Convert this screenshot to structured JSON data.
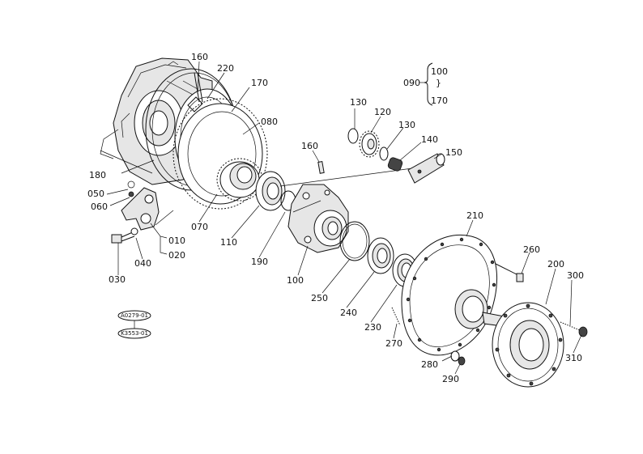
{
  "diagram": {
    "callouts": [
      {
        "id": "160a",
        "label": "160"
      },
      {
        "id": "220",
        "label": "220"
      },
      {
        "id": "170",
        "label": "170"
      },
      {
        "id": "080",
        "label": "080"
      },
      {
        "id": "180",
        "label": "180"
      },
      {
        "id": "050",
        "label": "050"
      },
      {
        "id": "060",
        "label": "060"
      },
      {
        "id": "070",
        "label": "070"
      },
      {
        "id": "010",
        "label": "010"
      },
      {
        "id": "020",
        "label": "020"
      },
      {
        "id": "030",
        "label": "030"
      },
      {
        "id": "040",
        "label": "040"
      },
      {
        "id": "110",
        "label": "110"
      },
      {
        "id": "190",
        "label": "190"
      },
      {
        "id": "100",
        "label": "100"
      },
      {
        "id": "160b",
        "label": "160"
      },
      {
        "id": "130a",
        "label": "130"
      },
      {
        "id": "120",
        "label": "120"
      },
      {
        "id": "130b",
        "label": "130"
      },
      {
        "id": "140",
        "label": "140"
      },
      {
        "id": "150",
        "label": "150"
      },
      {
        "id": "210",
        "label": "210"
      },
      {
        "id": "260",
        "label": "260"
      },
      {
        "id": "200",
        "label": "200"
      },
      {
        "id": "300",
        "label": "300"
      },
      {
        "id": "310",
        "label": "310"
      },
      {
        "id": "250",
        "label": "250"
      },
      {
        "id": "240",
        "label": "240"
      },
      {
        "id": "230",
        "label": "230"
      },
      {
        "id": "270",
        "label": "270"
      },
      {
        "id": "280",
        "label": "280"
      },
      {
        "id": "290",
        "label": "290"
      }
    ],
    "group_bracket": {
      "main": "090",
      "top": "100",
      "bottom": "170"
    },
    "reference_codes": [
      "A0279-01",
      "K3553-01"
    ]
  }
}
